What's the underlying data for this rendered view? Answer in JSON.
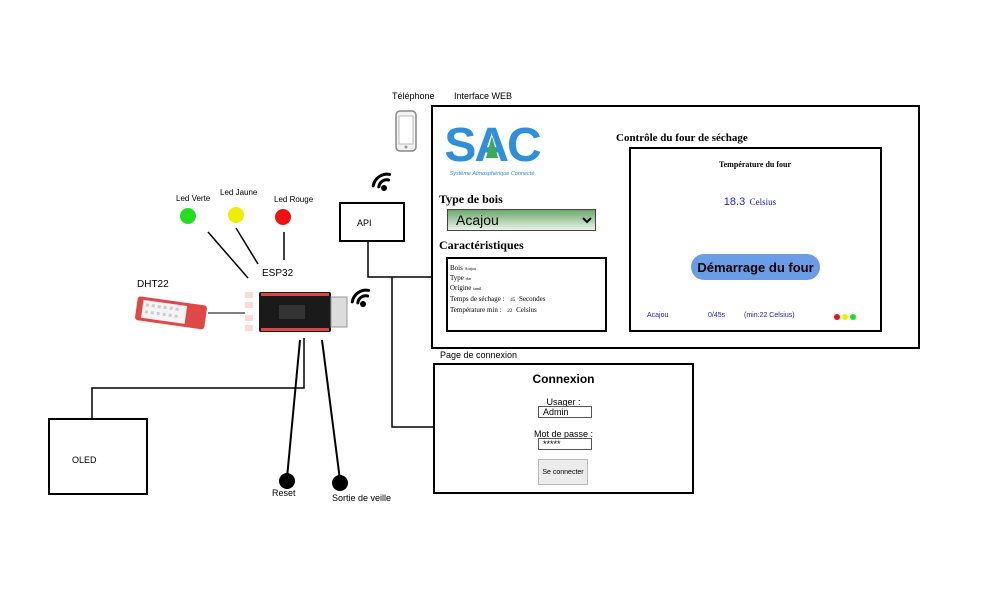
{
  "labels": {
    "telephone": "Téléphone",
    "web_interface": "Interface WEB",
    "api": "API",
    "esp32": "ESP32",
    "dht22": "DHT22",
    "oled": "OLED",
    "reset": "Reset",
    "wake": "Sortie de veille",
    "login_page": "Page de connexion",
    "led_green": "Led Verte",
    "led_yellow": "Led Jaune",
    "led_red": "Led Rouge"
  },
  "colors": {
    "led_green": "#22dd22",
    "led_yellow": "#eeee00",
    "led_red": "#ee1111",
    "sac_blue": "#2f8fd8",
    "button_blue": "#6a9de6"
  },
  "web": {
    "title": "Contrôle du four de séchage",
    "logo_text": "SAC",
    "logo_subtitle": "Système Atmosphérique Connecté",
    "wood_type_heading": "Type de bois",
    "wood_selected": "Acajou",
    "characteristics_heading": "Caractéristiques",
    "characteristics": [
      {
        "key": "Bois",
        "value": "Acajou"
      },
      {
        "key": "Type",
        "value": "dur"
      },
      {
        "key": "Origine",
        "value": "tamil"
      },
      {
        "key": "Temps de séchage :",
        "value": "45",
        "unit": "Secondes"
      },
      {
        "key": "Température min :",
        "value": "22",
        "unit": "Celsius"
      }
    ],
    "temp_title": "Température du four",
    "temp_value": "18.3",
    "temp_unit": "Celsius",
    "start_button": "Démarrage du four",
    "status_wood": "Acajou",
    "status_time": "0/45s",
    "status_min": "(min:22 Celsius)"
  },
  "login": {
    "title": "Connexion",
    "user_label": "Usager :",
    "user_value": "Admin",
    "password_label": "Mot de passe :",
    "password_value": "*****",
    "button": "Se connecter"
  }
}
